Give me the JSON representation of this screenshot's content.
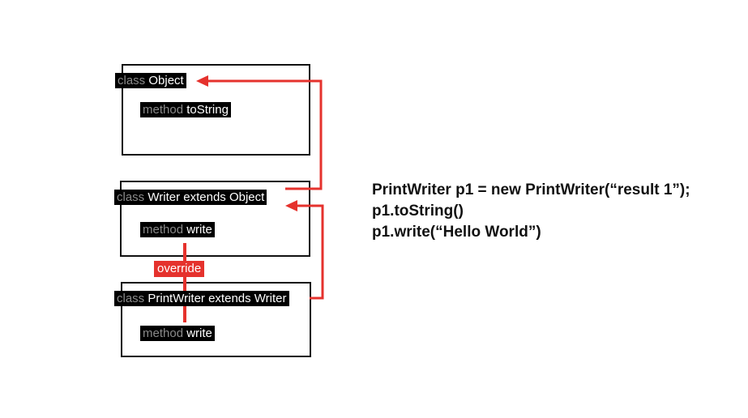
{
  "diagram": {
    "object_class": {
      "keyword": "class",
      "name": "Object",
      "method_keyword": "method",
      "method_name": "toString"
    },
    "writer_class": {
      "keyword": "class",
      "name": "Writer extends Object",
      "method_keyword": "method",
      "method_name": "write"
    },
    "printwriter_class": {
      "keyword": "class",
      "name": "PrintWriter extends Writer",
      "method_keyword": "method",
      "method_name": "write"
    },
    "override_label": "override",
    "arrow_color": "#e5322d"
  },
  "code": {
    "lines": [
      "PrintWriter p1 = new PrintWriter(“result 1”);",
      "p1.toString()",
      "p1.write(“Hello World”)"
    ]
  }
}
